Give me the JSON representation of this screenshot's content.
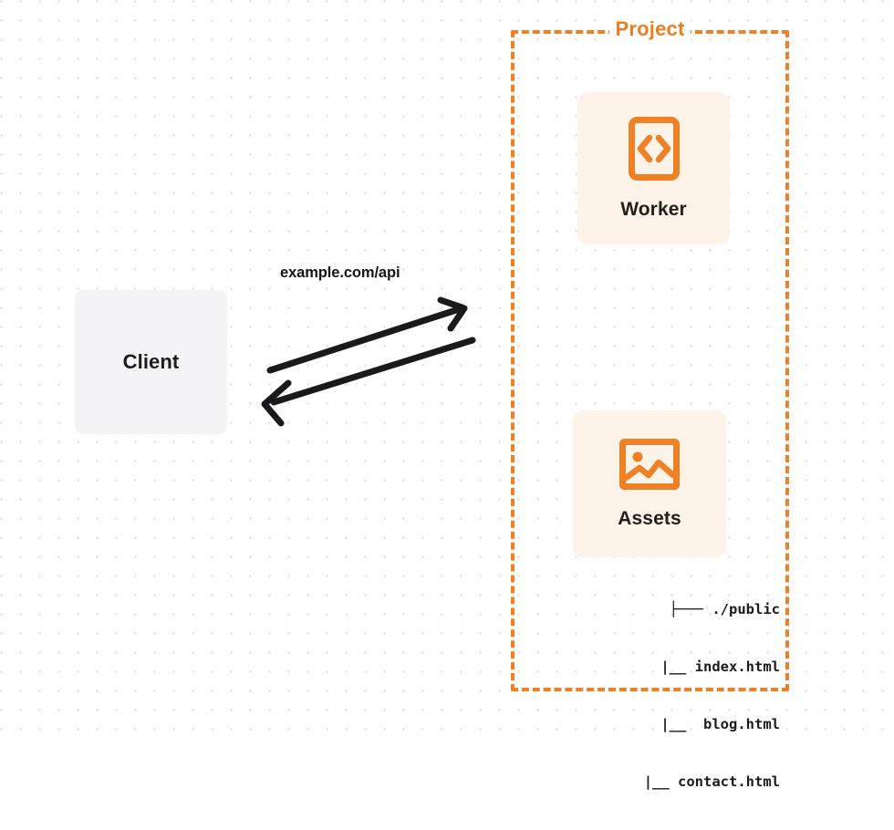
{
  "diagram": {
    "title": "Client to Project request flow",
    "colors": {
      "accent_orange": "#f08024",
      "card_background": "#fdf3e8",
      "client_background": "#f4f4f7",
      "text_dark": "#1d1d1f",
      "arrow_stroke": "#1a1a1c",
      "dot_grid": "#e8e8eb"
    }
  },
  "client": {
    "label": "Client"
  },
  "connection": {
    "label": "example.com/api",
    "request_arrow_name": "request-arrow",
    "response_arrow_name": "response-arrow"
  },
  "project": {
    "title": "Project",
    "cards": [
      {
        "label": "Worker",
        "icon": "code-brackets-icon"
      },
      {
        "label": "Assets",
        "icon": "image-icon"
      }
    ],
    "file_tree": [
      "├─── ./public",
      "    |__ index.html",
      "    |__  blog.html",
      "|__ contact.html"
    ]
  }
}
